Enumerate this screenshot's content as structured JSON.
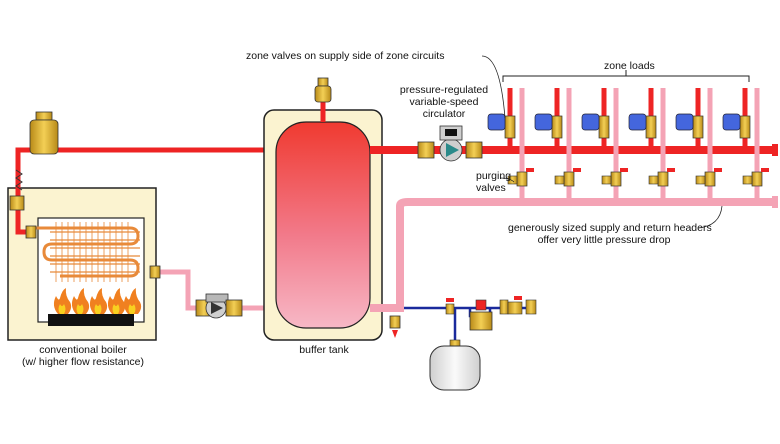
{
  "labels": {
    "zone_valves": "zone valves on supply side of zone circuits",
    "zone_loads": "zone loads",
    "circulator_line1": "pressure-regulated",
    "circulator_line2": "variable-speed",
    "circulator_line3": "circulator",
    "purging_line1": "purging",
    "purging_line2": "valves",
    "headers_line1": "generously sized supply and return headers",
    "headers_line2": "offer very little pressure drop",
    "boiler_line1": "conventional boiler",
    "boiler_line2": "(w/ higher flow resistance)",
    "buffer_tank": "buffer tank"
  },
  "colors": {
    "supply": "#ee2424",
    "return": "#f4a3b5",
    "cold": "#1a2a9c",
    "brass": "#e0b030",
    "actuator": "#4466dd",
    "boiler_fill": "#fbf3d0",
    "tank_shell": "#fbf3d0"
  },
  "zones": 6
}
